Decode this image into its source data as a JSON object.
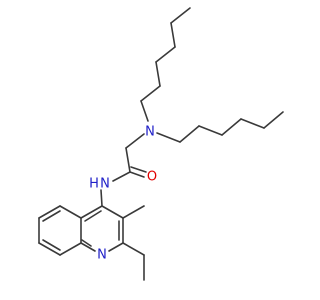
{
  "colors": {
    "bond": "#3a3a3a",
    "nitrogen": "#2020c8",
    "oxygen": "#e00000",
    "background": "#ffffff"
  },
  "atoms": {
    "amine_n": "N",
    "amide_n": "N",
    "amide_h": "H",
    "carbonyl_o": "O",
    "ring_n": "N"
  }
}
